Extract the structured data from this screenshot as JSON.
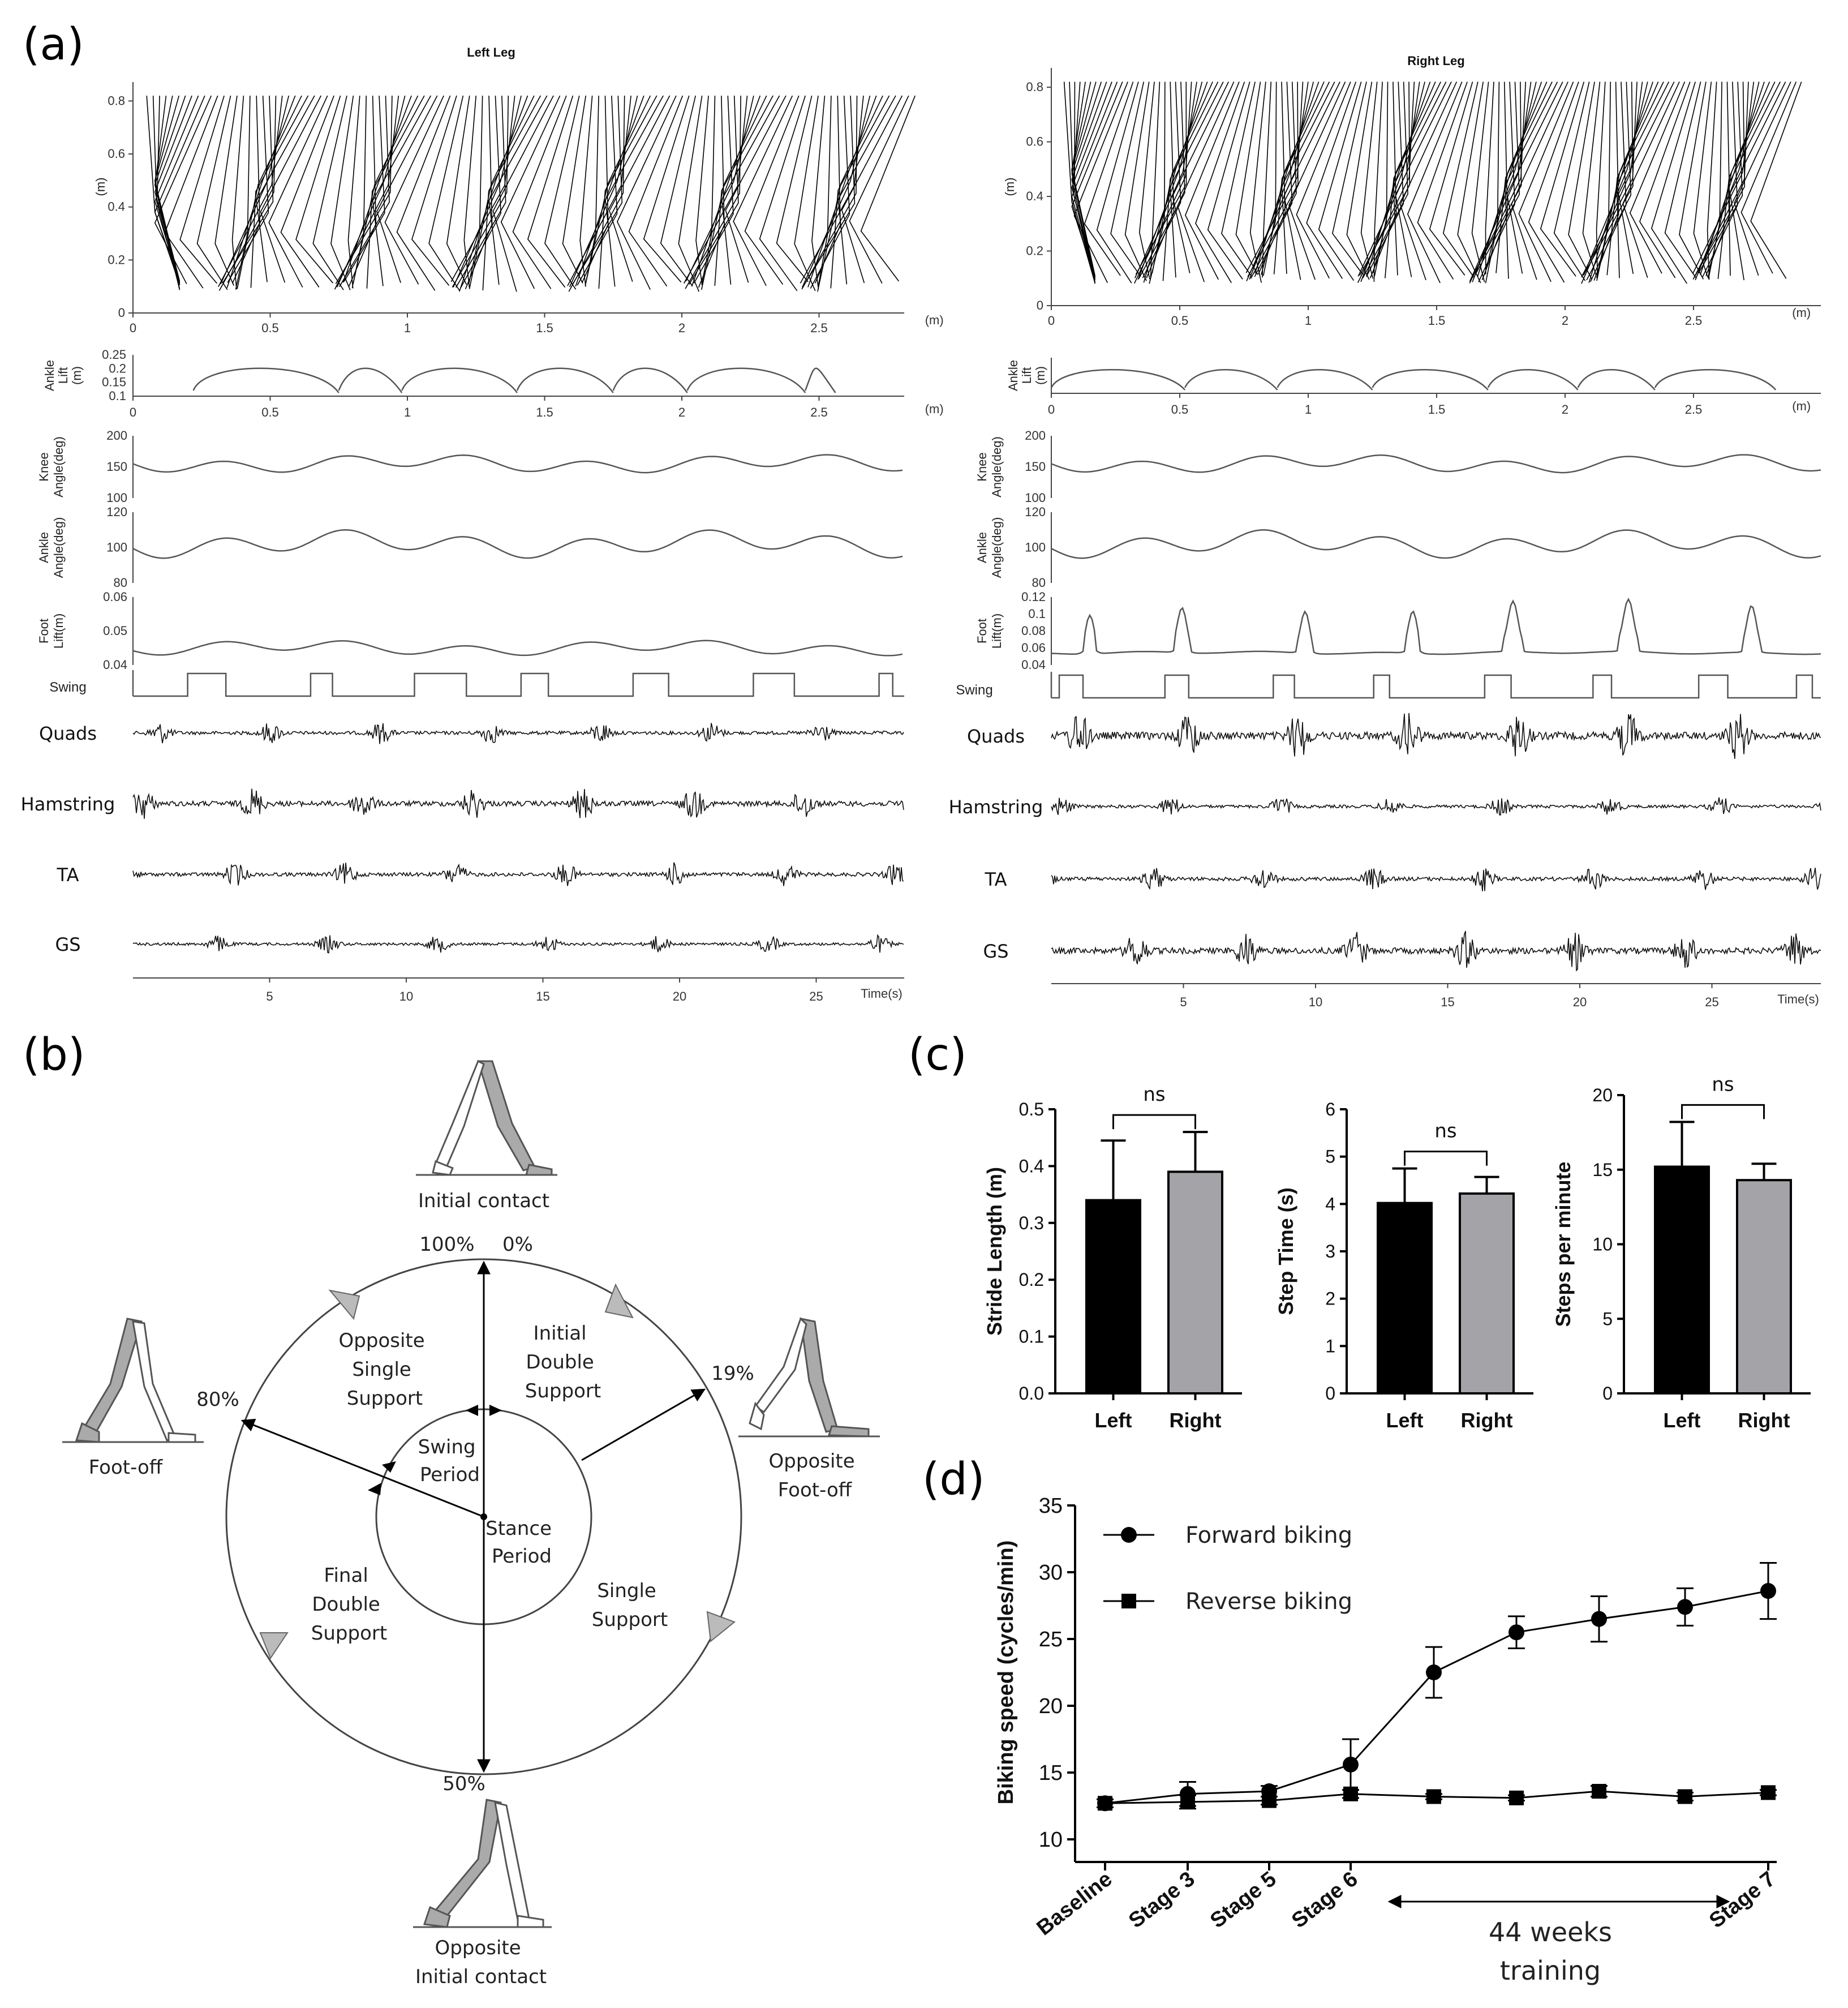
{
  "panels": {
    "a": "(a)",
    "b": "(b)",
    "c": "(c)",
    "d": "(d)"
  },
  "panel_a": {
    "left_title": "Left Leg",
    "right_title": "Right Leg",
    "unit_m": "(m)",
    "y_unit": "(m)",
    "stick_y_ticks": [
      "0",
      "0.2",
      "0.4",
      "0.6",
      "0.8"
    ],
    "x_m_ticks": [
      "0",
      "0.5",
      "1",
      "1.5",
      "2",
      "2.5"
    ],
    "ankle_lift_label": [
      "Ankle",
      "Lift",
      "(m)"
    ],
    "left_ankle_ticks": [
      "0.25",
      "0.2",
      "0.15",
      "0.1"
    ],
    "right_ankle_ticks": [],
    "knee_label": [
      "Knee",
      "Angle(deg)"
    ],
    "knee_ticks": [
      "200",
      "150",
      "100"
    ],
    "ankle_angle_label": [
      "Ankle",
      "Angle(deg)"
    ],
    "ankle_angle_ticks": [
      "120",
      "100",
      "80"
    ],
    "foot_label": [
      "Foot",
      "Lift(m)"
    ],
    "left_foot_ticks": [
      "0.06",
      "0.05",
      "0.04"
    ],
    "right_foot_ticks": [
      "0.12",
      "0.1",
      "0.08",
      "0.06",
      "0.04"
    ],
    "swing_label": "Swing",
    "emg_labels": [
      "Quads",
      "Hamstring",
      "TA",
      "GS"
    ],
    "time_ticks": [
      "5",
      "10",
      "15",
      "20",
      "25"
    ],
    "time_label": "Time(s)"
  },
  "panel_b": {
    "phases": {
      "initial_contact": "Initial contact",
      "opposite_foot_off": [
        "Opposite",
        "Foot-off"
      ],
      "opposite_initial_contact": [
        "Opposite",
        "Initial contact"
      ],
      "foot_off": "Foot-off"
    },
    "percents": {
      "p100": "100%",
      "p0": "0%",
      "p19": "19%",
      "p50": "50%",
      "p80": "80%"
    },
    "regions": {
      "initial_double": [
        "Initial",
        "Double",
        "Support"
      ],
      "single": [
        "Single",
        "Support"
      ],
      "final_double": [
        "Final",
        "Double",
        "Support"
      ],
      "opp_single": [
        "Opposite",
        "Single",
        "Support"
      ],
      "swing": [
        "Swing",
        "Period"
      ],
      "stance": [
        "Stance",
        "Period"
      ]
    }
  },
  "chart_data": [
    {
      "type": "bar",
      "categories": [
        "Left",
        "Right"
      ],
      "values": [
        0.34,
        0.39
      ],
      "errors": [
        0.105,
        0.07
      ],
      "ylabel": "Stride Length (m)",
      "ylim": [
        0,
        0.5
      ],
      "yticks": [
        "0.0",
        "0.1",
        "0.2",
        "0.3",
        "0.4",
        "0.5"
      ],
      "annotation": "ns",
      "colors": [
        "#000000",
        "#a3a3a8"
      ]
    },
    {
      "type": "bar",
      "categories": [
        "Left",
        "Right"
      ],
      "values": [
        4.02,
        4.22
      ],
      "errors": [
        0.73,
        0.35
      ],
      "ylabel": "Step Time (s)",
      "ylim": [
        0,
        6
      ],
      "yticks": [
        "0",
        "1",
        "2",
        "3",
        "4",
        "5",
        "6"
      ],
      "annotation": "ns",
      "colors": [
        "#000000",
        "#a3a3a8"
      ]
    },
    {
      "type": "bar",
      "categories": [
        "Left",
        "Right"
      ],
      "values": [
        15.2,
        14.3
      ],
      "errors": [
        3.0,
        1.1
      ],
      "ylabel": "Steps per minute",
      "ylim": [
        0,
        20
      ],
      "yticks": [
        "0",
        "5",
        "10",
        "15",
        "20"
      ],
      "annotation": "ns",
      "colors": [
        "#000000",
        "#a3a3a8"
      ]
    },
    {
      "type": "line",
      "categories": [
        "Baseline",
        "Stage 3",
        "Stage 5",
        "Stage 6",
        "",
        "",
        "",
        "",
        "",
        "Stage 7"
      ],
      "series": [
        {
          "name": "Forward biking",
          "marker": "circle",
          "values": [
            12.7,
            13.4,
            13.6,
            15.6,
            22.5,
            25.5,
            26.5,
            27.4,
            28.6
          ],
          "errors": [
            0.3,
            0.9,
            0.4,
            1.9,
            1.9,
            1.2,
            1.7,
            1.4,
            2.1
          ]
        },
        {
          "name": "Reverse biking",
          "marker": "square",
          "values": [
            12.7,
            12.8,
            12.9,
            13.4,
            13.2,
            13.1,
            13.6,
            13.2,
            13.5
          ],
          "errors": [
            0.3,
            0.5,
            0.3,
            0.3,
            0.2,
            0.2,
            0.4,
            0.3,
            0.2
          ]
        }
      ],
      "ylabel": "Biking speed (cycles/min)",
      "ylim": [
        10,
        35
      ],
      "yticks": [
        "10",
        "15",
        "20",
        "25",
        "30",
        "35"
      ],
      "annotation": "44 weeks training",
      "annotation_lines": [
        "44 weeks",
        "training"
      ]
    }
  ]
}
